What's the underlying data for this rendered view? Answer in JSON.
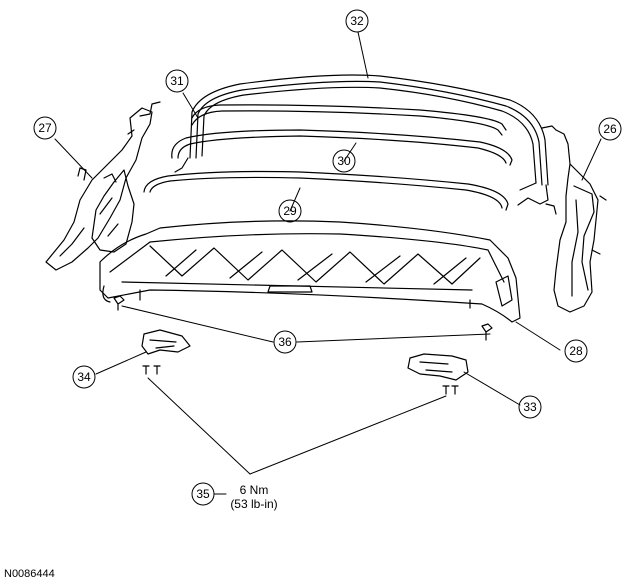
{
  "callouts": [
    "32",
    "31",
    "27",
    "26",
    "30",
    "29",
    "36",
    "28",
    "34",
    "33",
    "35"
  ],
  "torque": {
    "nm": "6 Nm",
    "lbin": "(53 lb-in)"
  },
  "figure_id": "N0086444"
}
